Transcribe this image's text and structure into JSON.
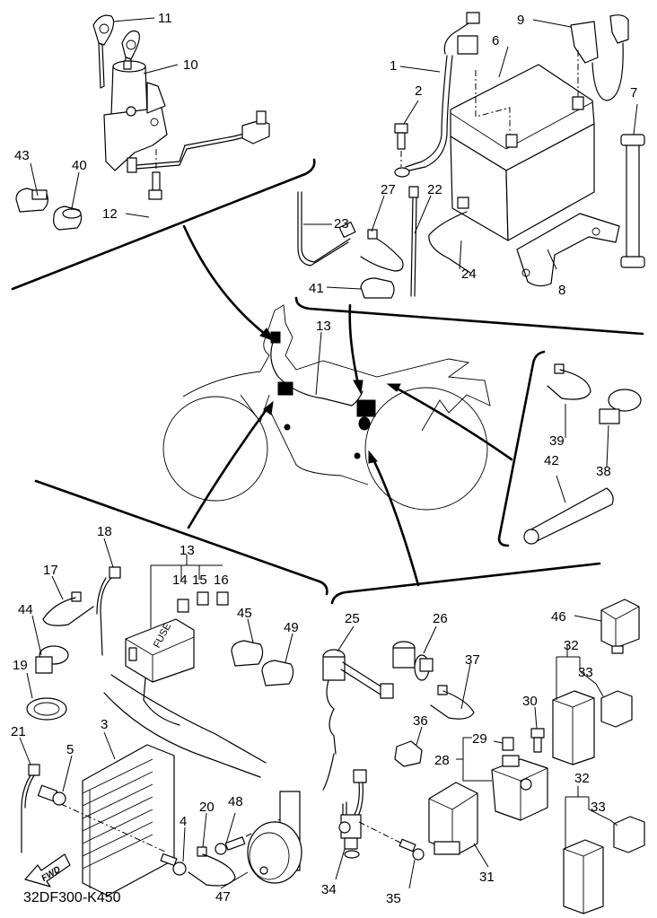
{
  "diagram": {
    "title_code": "32DF300-K450",
    "fwd_label": "FWD",
    "fuse_box_label": "FUSE",
    "groups": {
      "ignition": {
        "description": "Main switch and keys (top-left inset)",
        "callouts": {
          "c11": "11",
          "c10": "10",
          "c43": "43",
          "c40": "40",
          "c12": "12"
        }
      },
      "battery": {
        "description": "Battery, cables and bands (top-right inset)",
        "callouts": {
          "c1": "1",
          "c2": "2",
          "c6": "6",
          "c9": "9",
          "c7": "7",
          "c27": "27",
          "c22": "22",
          "c23": "23",
          "c24": "24",
          "c8": "8",
          "c41": "41"
        }
      },
      "motorcycle": {
        "description": "Motorcycle overview with wire harness",
        "callouts": {
          "c13": "13"
        }
      },
      "rear_small": {
        "description": "Band, clamp and tube (right inset)",
        "callouts": {
          "c39": "39",
          "c38": "38",
          "c42": "42"
        }
      },
      "front_lower": {
        "description": "Fuse box, rectifier, horn and clamps (bottom-left inset)",
        "callouts": {
          "c18": "18",
          "c13": "13",
          "c14": "14",
          "c15": "15",
          "c16": "16",
          "c17": "17",
          "c44": "44",
          "c45": "45",
          "c49": "49",
          "c19": "19",
          "c3": "3",
          "c21": "21",
          "c5": "5",
          "c20": "20",
          "c48": "48",
          "c4": "4",
          "c47": "47"
        }
      },
      "rear_lower": {
        "description": "Switches, relays and starter relay (bottom-right inset)",
        "callouts": {
          "c25": "25",
          "c26": "26",
          "c46": "46",
          "c37": "37",
          "c32a": "32",
          "c33a": "33",
          "c30": "30",
          "c36": "36",
          "c29": "29",
          "c28": "28",
          "c32b": "32",
          "c33b": "33",
          "c31": "31",
          "c34": "34",
          "c35": "35"
        }
      }
    }
  }
}
